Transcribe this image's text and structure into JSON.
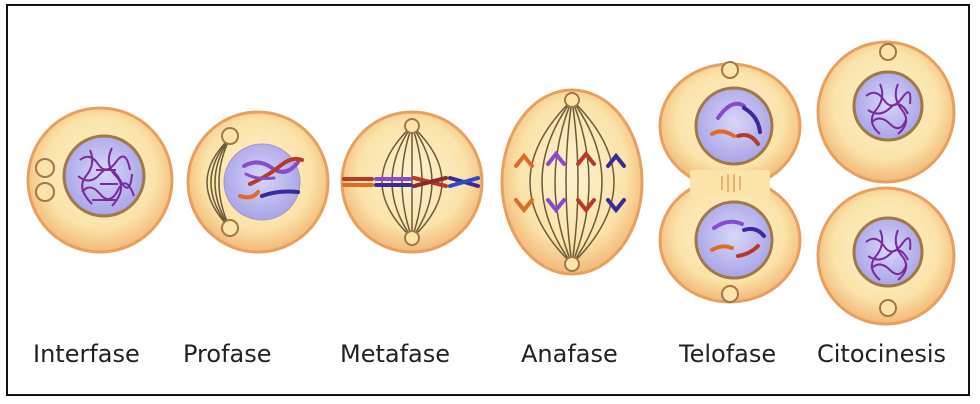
{
  "stages": [
    {
      "id": "interfase",
      "label": "Interfase"
    },
    {
      "id": "profase",
      "label": "Profase"
    },
    {
      "id": "metafase",
      "label": "Metafase"
    },
    {
      "id": "anafase",
      "label": "Anafase"
    },
    {
      "id": "telofase",
      "label": "Telofase"
    },
    {
      "id": "citocinesis",
      "label": "Citocinesis"
    }
  ],
  "colors": {
    "cytoplasm": "#fbe3a9",
    "cell_edge": "#f0b070",
    "nucleus": "#c8c6f2",
    "chromatin": "#8a3aa0",
    "chromosome_blue": "#3a2a9a",
    "chromosome_red": "#b8382a",
    "chromosome_orange": "#e06a2a",
    "spindle": "#6a5a3a"
  }
}
